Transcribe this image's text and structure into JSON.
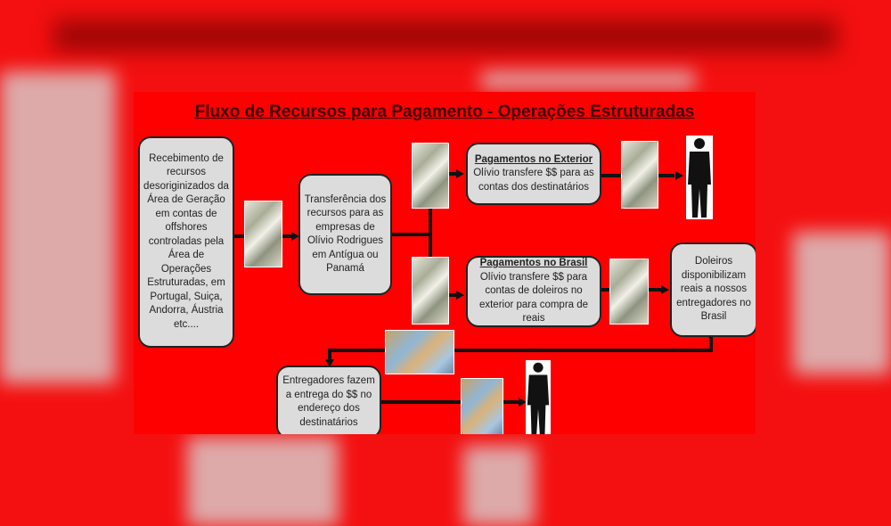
{
  "title": "Fluxo de Recursos para Pagamento - Operações Estruturadas",
  "boxes": {
    "recebimento": "Recebimento de recursos desoriginizados da Área de Geração em contas de offshores controladas pela Área de Operações Estruturadas, em Portugal, Suiça, Andorra, Áustria etc....",
    "transferencia": "Transferência dos recursos para as empresas de Olívio Rodrigues em Antígua ou Panamá",
    "exterior_title": "Pagamentos no Exterior",
    "exterior_text": "Olívio transfere $$ para as contas dos destinatários",
    "brasil_title": "Pagamentos no Brasil",
    "brasil_text": "Olívio transfere $$ para contas de doleiros no exterior para compra de reais",
    "doleiros": "Doleiros disponibilizam reais a nossos entregadores no Brasil",
    "entregadores": "Entregadores fazem a entrega do $$ no endereço dos destinatários"
  },
  "colors": {
    "background": "#fe0000",
    "box": "#dcdcdc"
  }
}
